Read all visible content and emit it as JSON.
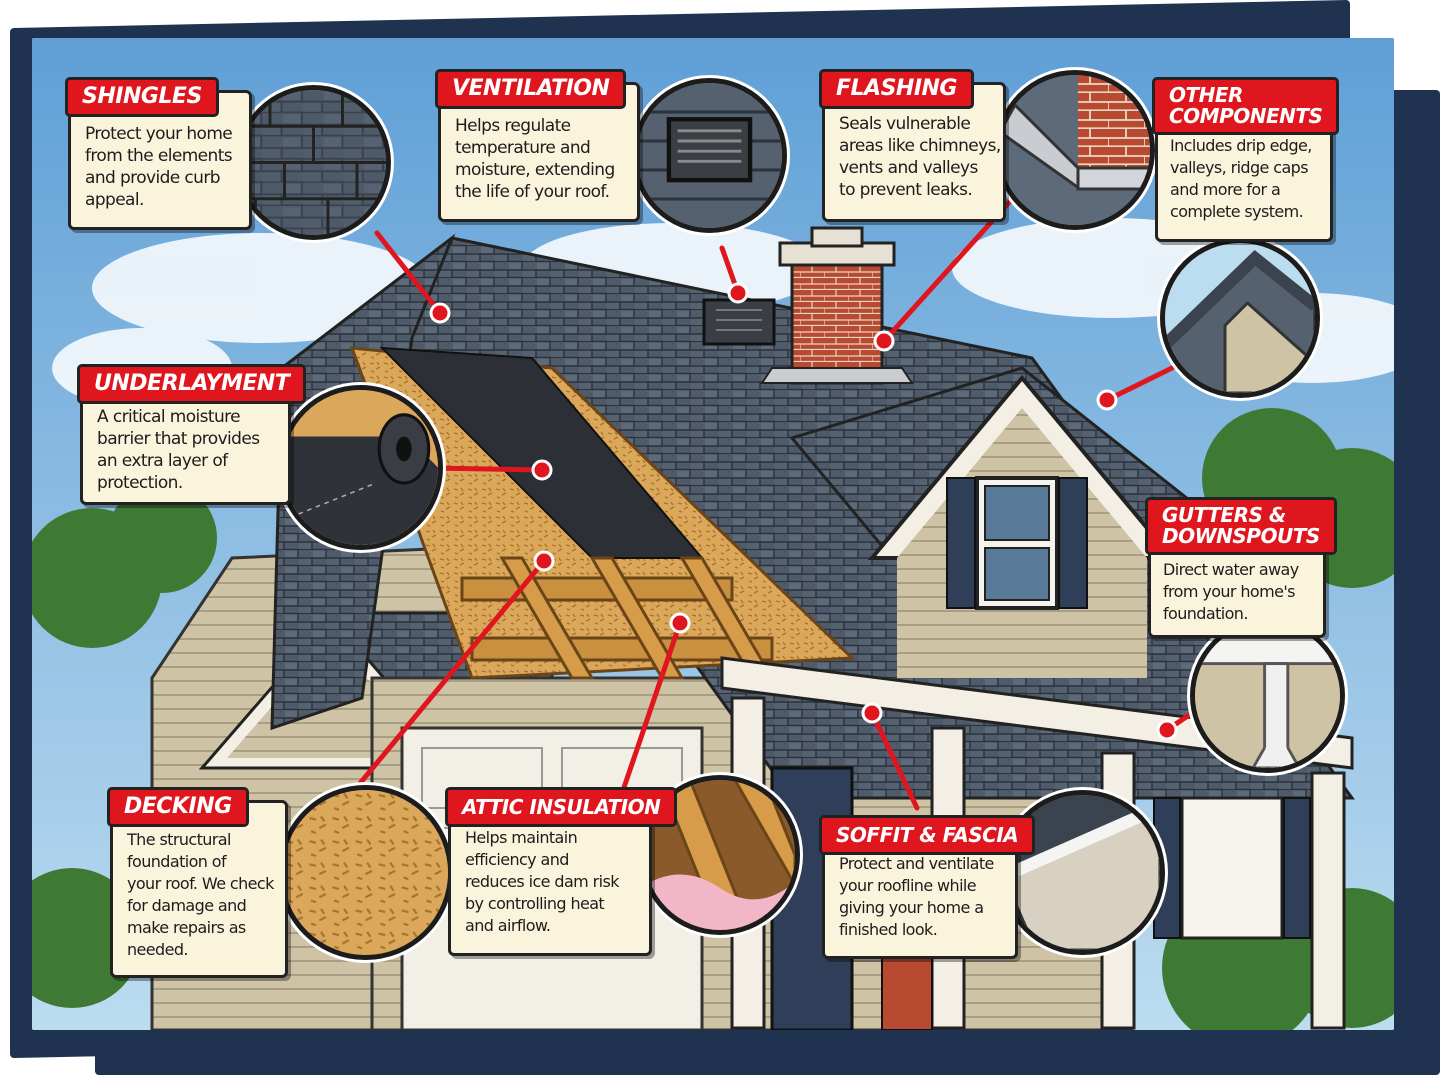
{
  "cards": {
    "shingles": {
      "title": "SHINGLES",
      "text": [
        "Protect your home",
        "from the elements",
        "and provide curb",
        "appeal."
      ]
    },
    "ventilation": {
      "title": "VENTILATION",
      "text": [
        "Helps regulate",
        "temperature and",
        "moisture, extending",
        "the life of your roof."
      ]
    },
    "flashing": {
      "title": "FLASHING",
      "text": [
        "Seals vulnerable",
        "areas like chimneys,",
        "vents and valleys",
        "to prevent leaks."
      ]
    },
    "other": {
      "title": [
        "OTHER",
        "COMPONENTS"
      ],
      "text": [
        "Includes drip edge,",
        "valleys, ridge caps",
        "and more for a",
        "complete system."
      ]
    },
    "underlayment": {
      "title": "UNDERLAYMENT",
      "text": [
        "A critical moisture",
        "barrier that provides",
        "an extra layer of",
        "protection."
      ]
    },
    "gutters": {
      "title": [
        "GUTTERS &",
        "DOWNSPOUTS"
      ],
      "text": [
        "Direct water away",
        "from your home's",
        "foundation."
      ]
    },
    "decking": {
      "title": "DECKING",
      "text": [
        "The structural",
        "foundation of",
        "your roof. We check",
        "for damage and",
        "make repairs as",
        "needed."
      ]
    },
    "insulation": {
      "title": "ATTIC INSULATION",
      "text": [
        "Helps maintain",
        "efficiency and",
        "reduces ice dam risk",
        "by controlling heat",
        "and airflow."
      ]
    },
    "soffit": {
      "title": "SOFFIT & FASCIA",
      "text": [
        "Protect and ventilate",
        "your roofline while",
        "giving your home a",
        "finished look."
      ]
    }
  },
  "colors": {
    "accent_red": "#e0161f",
    "frame_navy": "#1f3350",
    "card_cream": "#fbf4dc",
    "shingle_gray": "#4b5766",
    "wood": "#d9a557"
  }
}
